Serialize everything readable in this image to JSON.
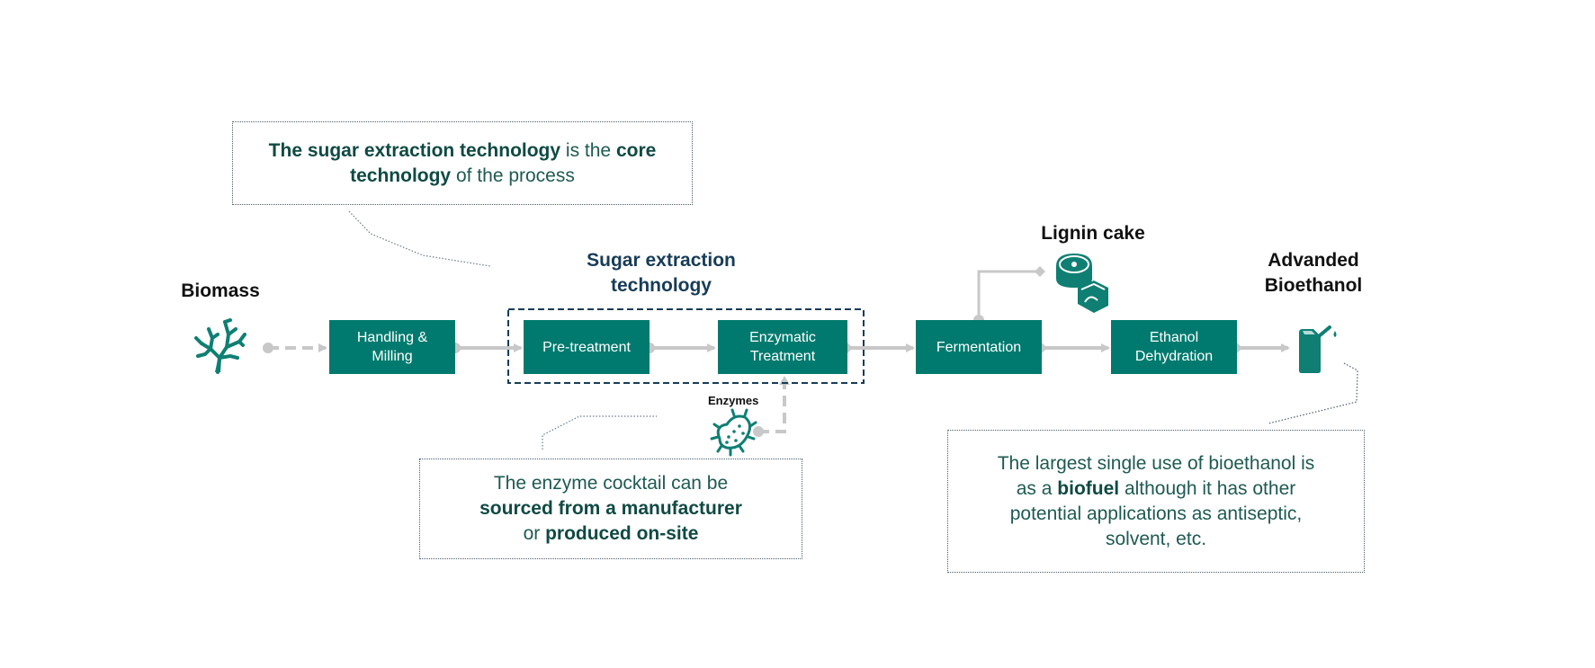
{
  "colors": {
    "step_fill": "#007a6e",
    "icon_teal": "#0f7f73",
    "connector_gray": "#c8c8c8",
    "navy": "#173c57",
    "note_text": "#1e5a52"
  },
  "labels": {
    "biomass": "Biomass",
    "sugar_extraction_line1": "Sugar extraction",
    "sugar_extraction_line2": "technology",
    "lignin_cake": "Lignin cake",
    "bioethanol_line1": "Advanded",
    "bioethanol_line2": "Bioethanol",
    "enzymes": "Enzymes"
  },
  "steps": [
    {
      "line1": "Handling &",
      "line2": "Milling"
    },
    {
      "line1": "Pre-treatment",
      "line2": ""
    },
    {
      "line1": "Enzymatic",
      "line2": "Treatment"
    },
    {
      "line1": "Fermentation",
      "line2": ""
    },
    {
      "line1": "Ethanol",
      "line2": "Dehydration"
    }
  ],
  "notes": {
    "core": {
      "b1": "The sugar extraction technology",
      "t1": " is the ",
      "b2": "core",
      "b3": "technology",
      "t2": " of the process"
    },
    "enzyme": {
      "t1": "The enzyme cocktail can be",
      "b1": "sourced from a manufacturer",
      "t2": "or ",
      "b2": "produced on-site"
    },
    "bioethanol": {
      "t1": "The largest single use of bioethanol is",
      "t2": "as a ",
      "b1": "biofuel",
      "t3": " although it has other",
      "t4": "potential applications as antiseptic,",
      "t5": "solvent, etc."
    }
  },
  "icons": {
    "biomass": "tree-branch-icon",
    "lignin": "cake-icon",
    "enzymes": "bacteria-icon",
    "bioethanol": "jerry-can-icon"
  }
}
